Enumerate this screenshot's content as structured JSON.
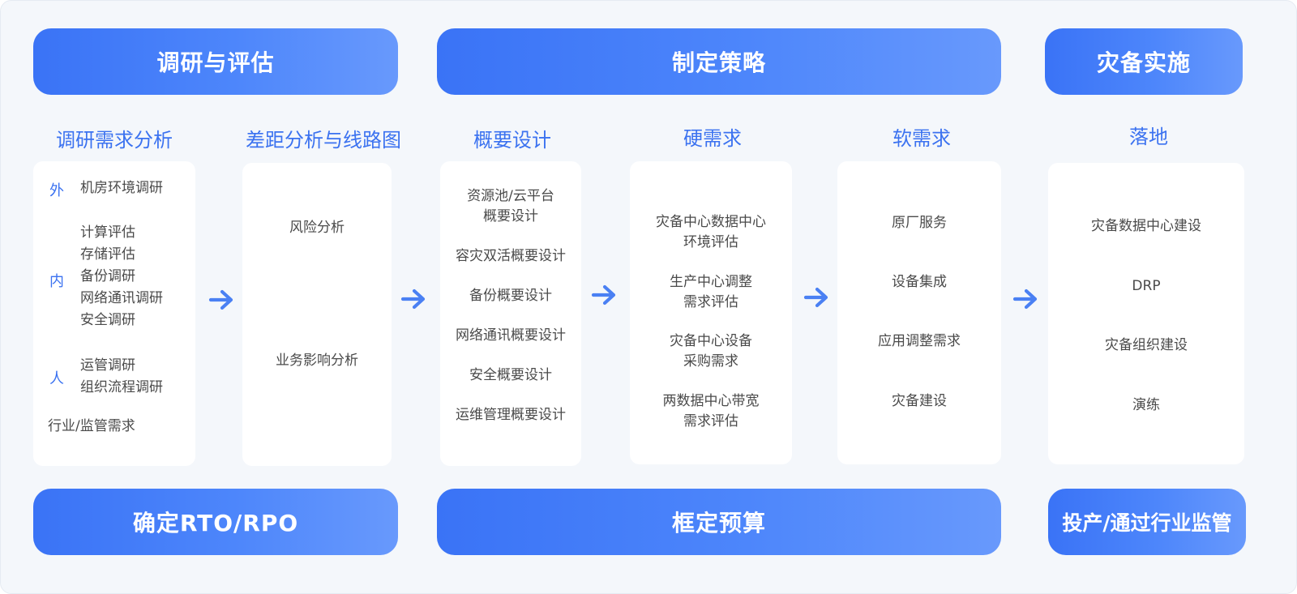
{
  "top_banners": {
    "research": "调研与评估",
    "strategy": "制定策略",
    "implement": "灾备实施"
  },
  "bottom_banners": {
    "rto": "确定RTO/RPO",
    "budget": "框定预算",
    "production": "投产/通过行业监管"
  },
  "columns": {
    "needs": {
      "title": "调研需求分析",
      "tag_outer": "外",
      "tag_inner": "内",
      "tag_people": "人",
      "outer_items": [
        "机房环境调研"
      ],
      "inner_items": [
        "计算评估",
        "存储评估",
        "备份调研",
        "网络通讯调研",
        "安全调研"
      ],
      "people_items": [
        "运管调研",
        "组织流程调研"
      ],
      "footer": "行业/监管需求"
    },
    "gap": {
      "title": "差距分析与线路图",
      "items": [
        "风险分析",
        "业务影响分析"
      ]
    },
    "design": {
      "title": "概要设计",
      "items": [
        "资源池/云平台\n概要设计",
        "容灾双活概要设计",
        "备份概要设计",
        "网络通讯概要设计",
        "安全概要设计",
        "运维管理概要设计"
      ]
    },
    "hard": {
      "title": "硬需求",
      "items": [
        "灾备中心数据中心\n环境评估",
        "生产中心调整\n需求评估",
        "灾备中心设备\n采购需求",
        "两数据中心带宽\n需求评估"
      ]
    },
    "soft": {
      "title": "软需求",
      "items": [
        "原厂服务",
        "设备集成",
        "应用调整需求",
        "灾备建设"
      ]
    },
    "landing": {
      "title": "落地",
      "items": [
        "灾备数据中心建设",
        "DRP",
        "灾备组织建设",
        "演练"
      ]
    }
  },
  "colors": {
    "accent": "#3b72f0",
    "banner_start": "#3a73f6",
    "banner_end": "#6899fc",
    "arrow": "#4a80f3",
    "card": "#ffffff",
    "background": "#f4f7fb",
    "text": "#4a4a4a"
  },
  "icons": [
    "arrow-right-icon"
  ]
}
